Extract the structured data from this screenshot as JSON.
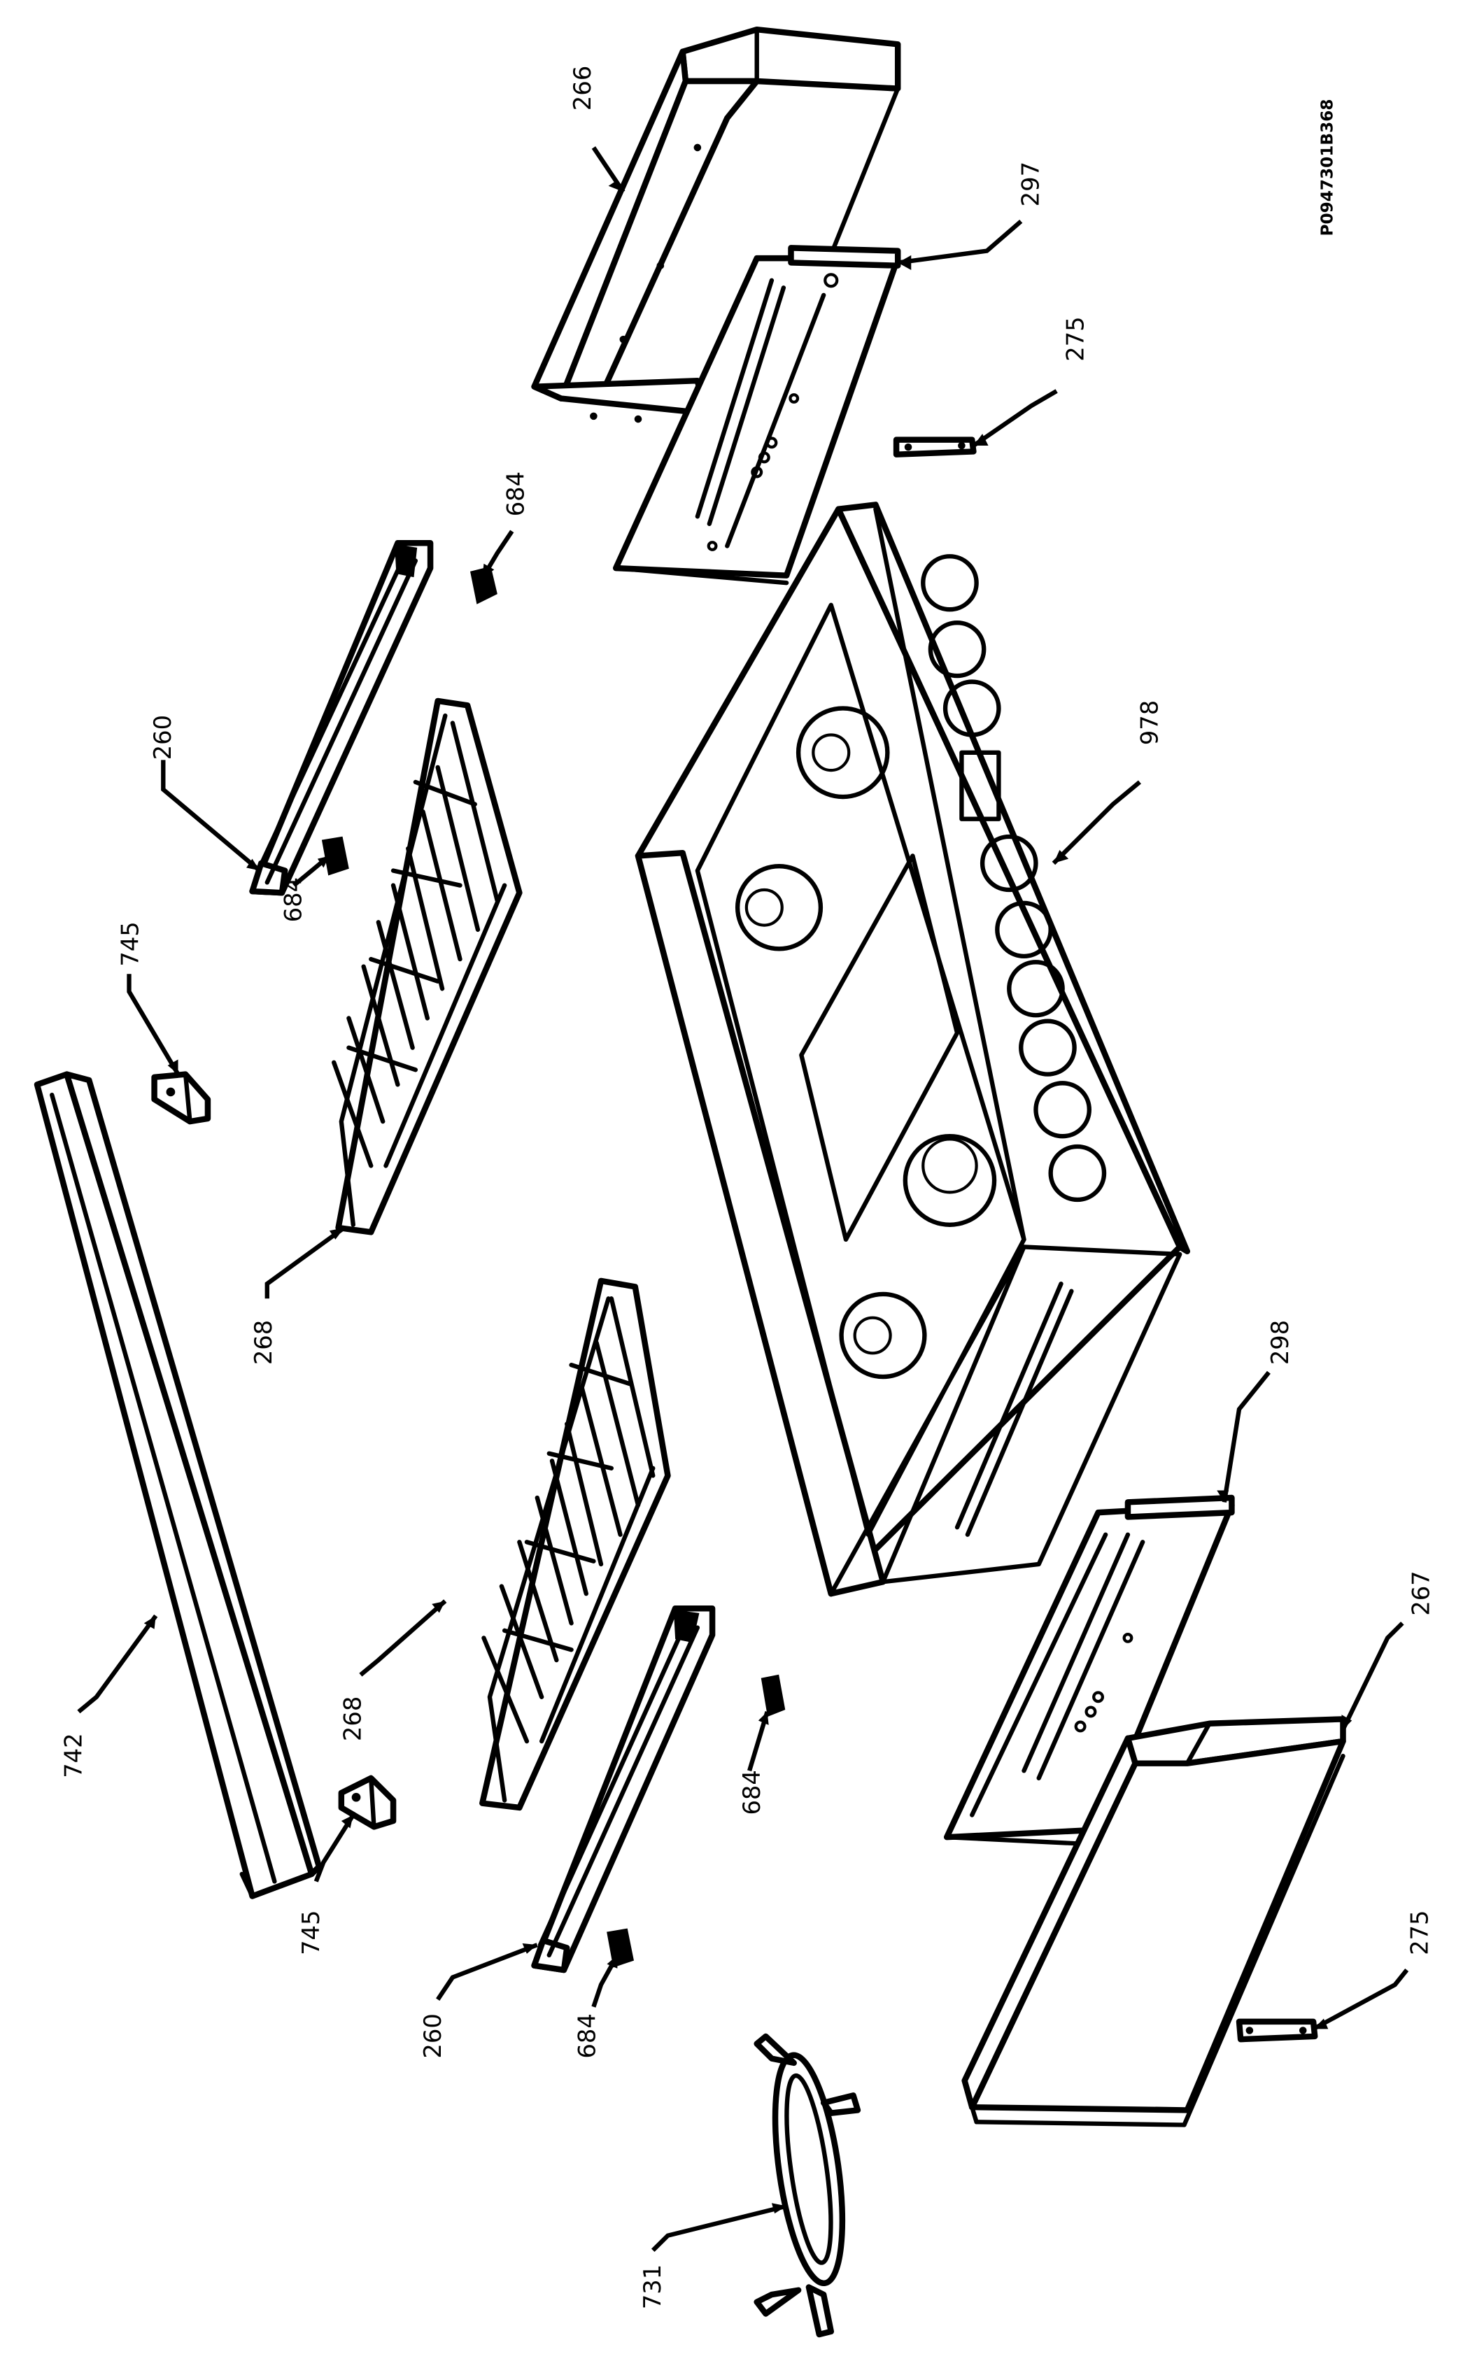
{
  "document_id": "P0947301B368",
  "callouts": {
    "c266": "266",
    "c297": "297",
    "c275_top": "275",
    "c684_top": "684",
    "c260_top": "260",
    "c684_upper": "684",
    "c745_top": "745",
    "c978": "978",
    "c268_upper": "268",
    "c742": "742",
    "c268_lower": "268",
    "c298": "298",
    "c267": "267",
    "c684_mid": "684",
    "c745_bottom": "745",
    "c260_bottom": "260",
    "c684_lower": "684",
    "c275_bottom": "275",
    "c731": "731"
  }
}
